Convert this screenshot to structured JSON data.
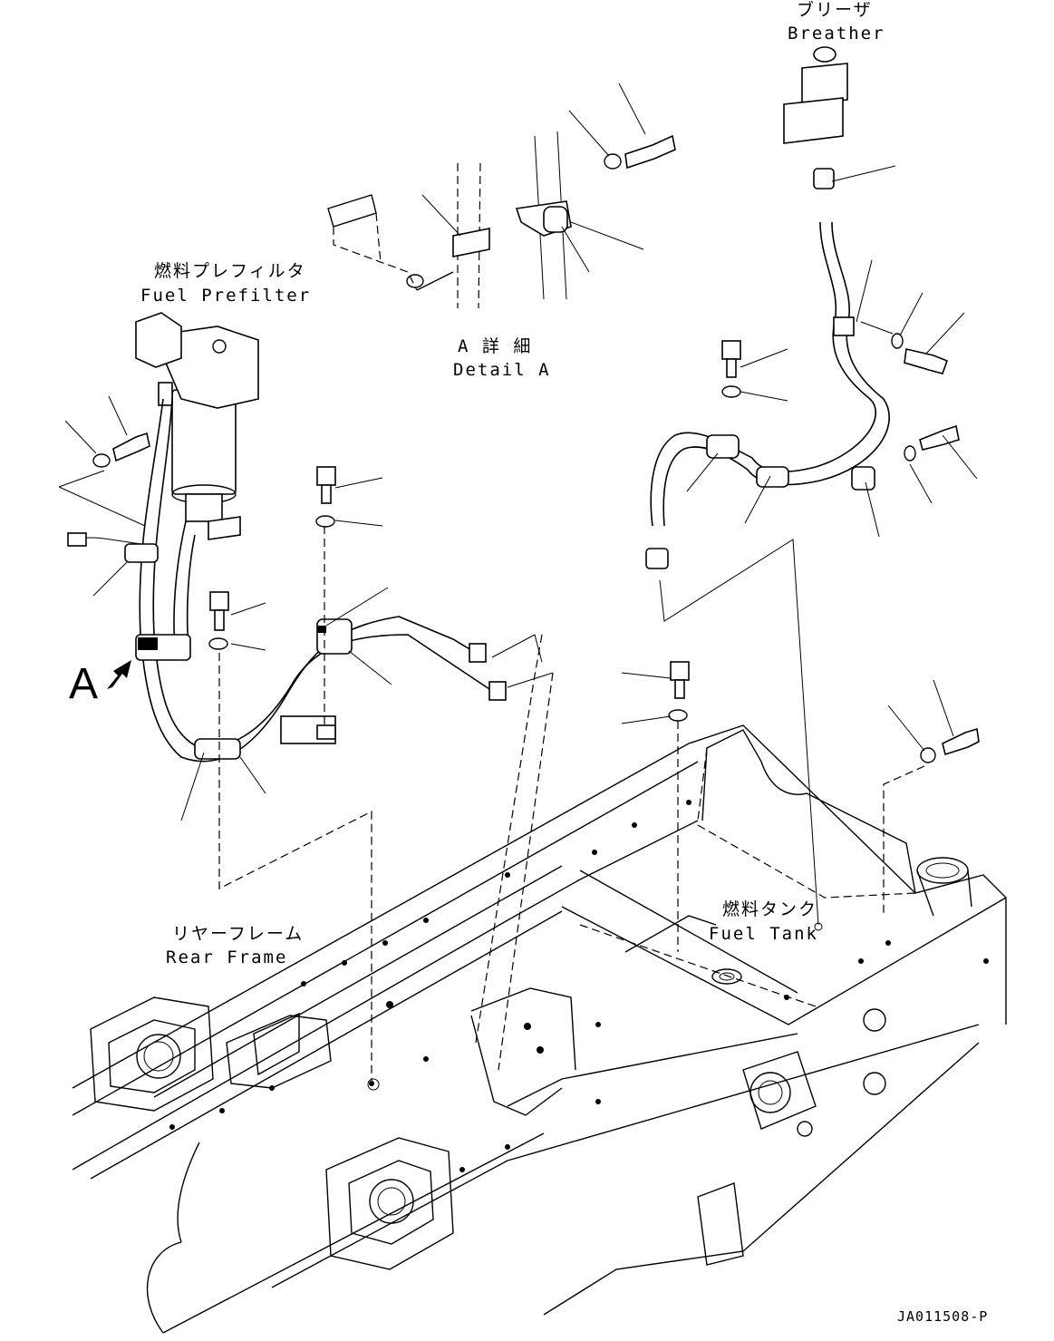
{
  "labels": {
    "breather_jp": "ブリーザ",
    "breather_en": "Breather",
    "prefilter_jp": "燃料プレフィルタ",
    "prefilter_en": "Fuel Prefilter",
    "detail_jp": "A 詳 細",
    "detail_en": "Detail A",
    "tank_jp": "燃料タンク",
    "tank_en": "Fuel Tank",
    "frame_jp": "リヤーフレーム",
    "frame_en": "Rear Frame",
    "view_marker": "A",
    "drawing_code": "JA011508-P"
  }
}
